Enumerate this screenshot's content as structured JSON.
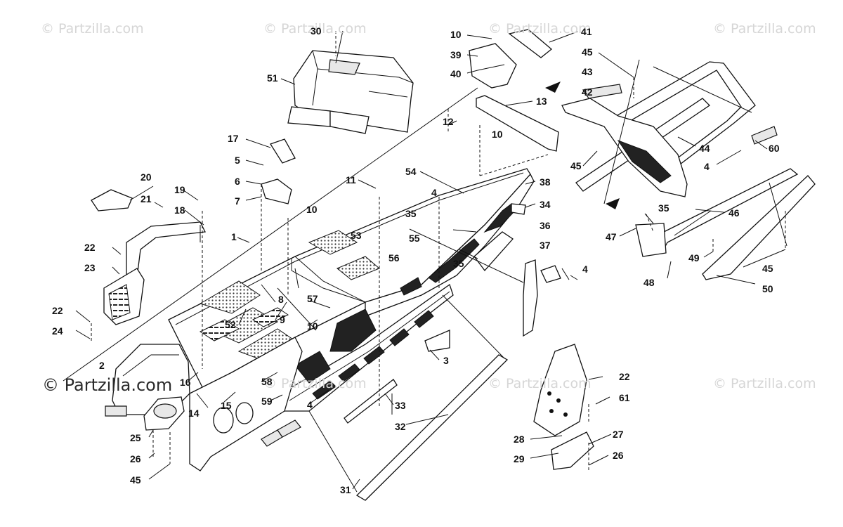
{
  "watermarks": [
    {
      "text": "© Partzilla.com"
    },
    {
      "text": "© Partzilla.com"
    },
    {
      "text": "© Partzilla.com"
    },
    {
      "text": "© Partzilla.com"
    },
    {
      "text": "© Partzilla.com"
    },
    {
      "text": "© Partzilla.com"
    },
    {
      "text": "© Partzilla.com"
    },
    {
      "text": "© Partzilla.com"
    }
  ],
  "callouts": [
    {
      "id": "30",
      "text": "30"
    },
    {
      "id": "51",
      "text": "51"
    },
    {
      "id": "10a",
      "text": "10"
    },
    {
      "id": "39",
      "text": "39"
    },
    {
      "id": "40",
      "text": "40"
    },
    {
      "id": "41",
      "text": "41"
    },
    {
      "id": "45a",
      "text": "45"
    },
    {
      "id": "43",
      "text": "43"
    },
    {
      "id": "42",
      "text": "42"
    },
    {
      "id": "13",
      "text": "13"
    },
    {
      "id": "12",
      "text": "12"
    },
    {
      "id": "10b",
      "text": "10"
    },
    {
      "id": "44",
      "text": "44"
    },
    {
      "id": "60",
      "text": "60"
    },
    {
      "id": "45b",
      "text": "45"
    },
    {
      "id": "4a",
      "text": "4"
    },
    {
      "id": "17",
      "text": "17"
    },
    {
      "id": "5",
      "text": "5"
    },
    {
      "id": "6",
      "text": "6"
    },
    {
      "id": "7",
      "text": "7"
    },
    {
      "id": "20",
      "text": "20"
    },
    {
      "id": "21",
      "text": "21"
    },
    {
      "id": "19",
      "text": "19"
    },
    {
      "id": "18",
      "text": "18"
    },
    {
      "id": "11",
      "text": "11"
    },
    {
      "id": "54",
      "text": "54"
    },
    {
      "id": "38",
      "text": "38"
    },
    {
      "id": "4b",
      "text": "4"
    },
    {
      "id": "34",
      "text": "34"
    },
    {
      "id": "35a",
      "text": "35"
    },
    {
      "id": "10c",
      "text": "10"
    },
    {
      "id": "35b",
      "text": "35"
    },
    {
      "id": "46",
      "text": "46"
    },
    {
      "id": "47",
      "text": "47"
    },
    {
      "id": "1",
      "text": "1"
    },
    {
      "id": "53",
      "text": "53"
    },
    {
      "id": "55",
      "text": "55"
    },
    {
      "id": "36",
      "text": "36"
    },
    {
      "id": "22a",
      "text": "22"
    },
    {
      "id": "23",
      "text": "23"
    },
    {
      "id": "56",
      "text": "56"
    },
    {
      "id": "37",
      "text": "37"
    },
    {
      "id": "35c",
      "text": "35"
    },
    {
      "id": "4c",
      "text": "4"
    },
    {
      "id": "49",
      "text": "49"
    },
    {
      "id": "45c",
      "text": "45"
    },
    {
      "id": "48",
      "text": "48"
    },
    {
      "id": "50",
      "text": "50"
    },
    {
      "id": "8",
      "text": "8"
    },
    {
      "id": "57",
      "text": "57"
    },
    {
      "id": "9",
      "text": "9"
    },
    {
      "id": "10d",
      "text": "10"
    },
    {
      "id": "22b",
      "text": "22"
    },
    {
      "id": "24",
      "text": "24"
    },
    {
      "id": "52",
      "text": "52"
    },
    {
      "id": "3",
      "text": "3"
    },
    {
      "id": "2",
      "text": "2"
    },
    {
      "id": "16",
      "text": "16"
    },
    {
      "id": "58",
      "text": "58"
    },
    {
      "id": "14",
      "text": "14"
    },
    {
      "id": "15",
      "text": "15"
    },
    {
      "id": "59",
      "text": "59"
    },
    {
      "id": "4d",
      "text": "4"
    },
    {
      "id": "33",
      "text": "33"
    },
    {
      "id": "22c",
      "text": "22"
    },
    {
      "id": "61",
      "text": "61"
    },
    {
      "id": "25",
      "text": "25"
    },
    {
      "id": "32",
      "text": "32"
    },
    {
      "id": "28",
      "text": "28"
    },
    {
      "id": "27",
      "text": "27"
    },
    {
      "id": "29",
      "text": "29"
    },
    {
      "id": "26a",
      "text": "26"
    },
    {
      "id": "26b",
      "text": "26"
    },
    {
      "id": "45d",
      "text": "45"
    },
    {
      "id": "31",
      "text": "31"
    }
  ]
}
